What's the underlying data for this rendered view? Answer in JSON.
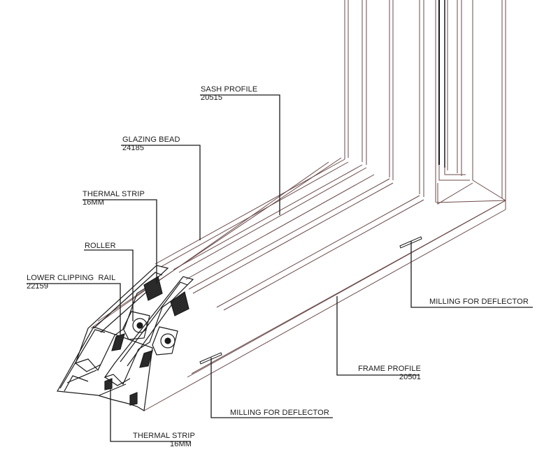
{
  "colors": {
    "profile_line": "#6b4a4a",
    "leader_line": "#1a1a1a",
    "background": "#ffffff"
  },
  "callouts": {
    "sash_profile": {
      "name": "SASH PROFILE",
      "code": "20515"
    },
    "glazing_bead": {
      "name": "GLAZING BEAD",
      "code": "24185"
    },
    "thermal_strip_top": {
      "name": "THERMAL STRIP",
      "code": "16MM"
    },
    "roller": {
      "name": "ROLLER"
    },
    "lower_clipping_rail": {
      "name": "LOWER CLIPPING  RAIL",
      "code": "22159"
    },
    "milling_right": {
      "name": "MILLING FOR DEFLECTOR"
    },
    "frame_profile": {
      "name": "FRAME PROFILE",
      "code": "20501"
    },
    "milling_bottom": {
      "name": "MILLING FOR DEFLECTOR"
    },
    "thermal_strip_bottom": {
      "name": "THERMAL STRIP",
      "code": "16MM"
    }
  }
}
